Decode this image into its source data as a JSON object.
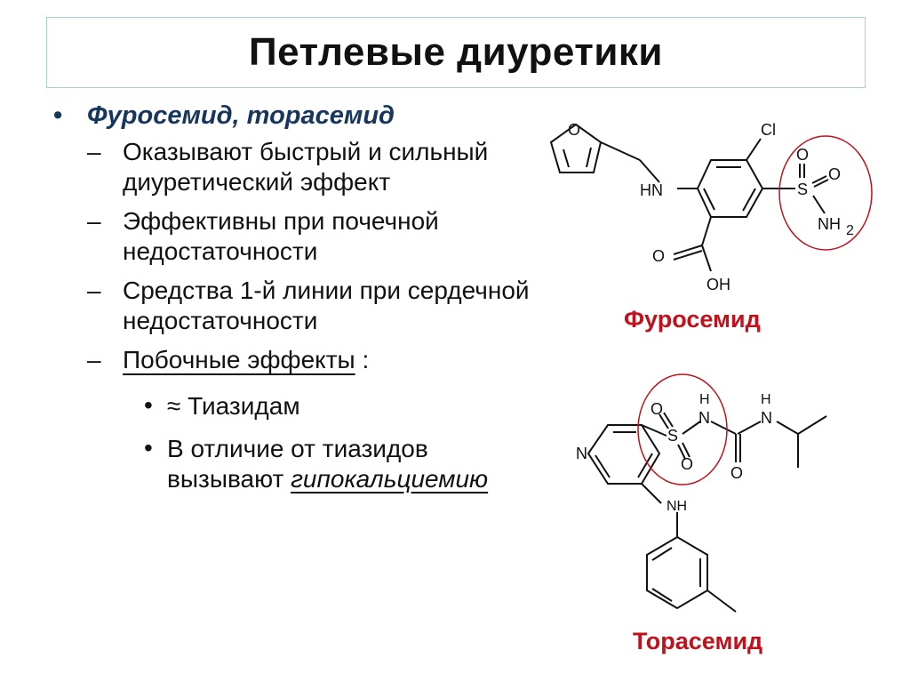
{
  "slide": {
    "title": "Петлевые диуретики"
  },
  "content": {
    "main_bullet": "Фуросемид, торасемид",
    "points": [
      "Оказывают быстрый и сильный диуретический эффект",
      "Эффективны при почечной недостаточности",
      "Средства 1-й линии при сердечной недостаточности"
    ],
    "side_effects_label": "Побочные эффекты",
    "side_effects_colon": ":",
    "sub_points": {
      "approx_symbol": "≈",
      "thiazides": "Тиазидам",
      "unlike_prefix": "В отличие от тиазидов вызывают",
      "hypocalcemia": "гипокальциемию"
    }
  },
  "molecules": {
    "furosemide": {
      "label": "Фуросемид",
      "atoms": {
        "o_furan": "O",
        "cl": "Cl",
        "s": "S",
        "o1": "O",
        "o2": "O",
        "hn": "HN",
        "nh2": "NH",
        "nh2_sub": "2",
        "o_carb": "O",
        "oh": "OH"
      }
    },
    "torasemide": {
      "label": "Торасемид",
      "atoms": {
        "h1": "H",
        "n1": "N",
        "h2": "H",
        "n2": "N",
        "o1": "O",
        "s": "S",
        "o2": "O",
        "o3": "O",
        "n_pyr": "N",
        "nh": "NH"
      }
    },
    "highlight_color": "#c0121c"
  },
  "bullets": {
    "level1": "•",
    "level2": "–",
    "level3": "•"
  }
}
